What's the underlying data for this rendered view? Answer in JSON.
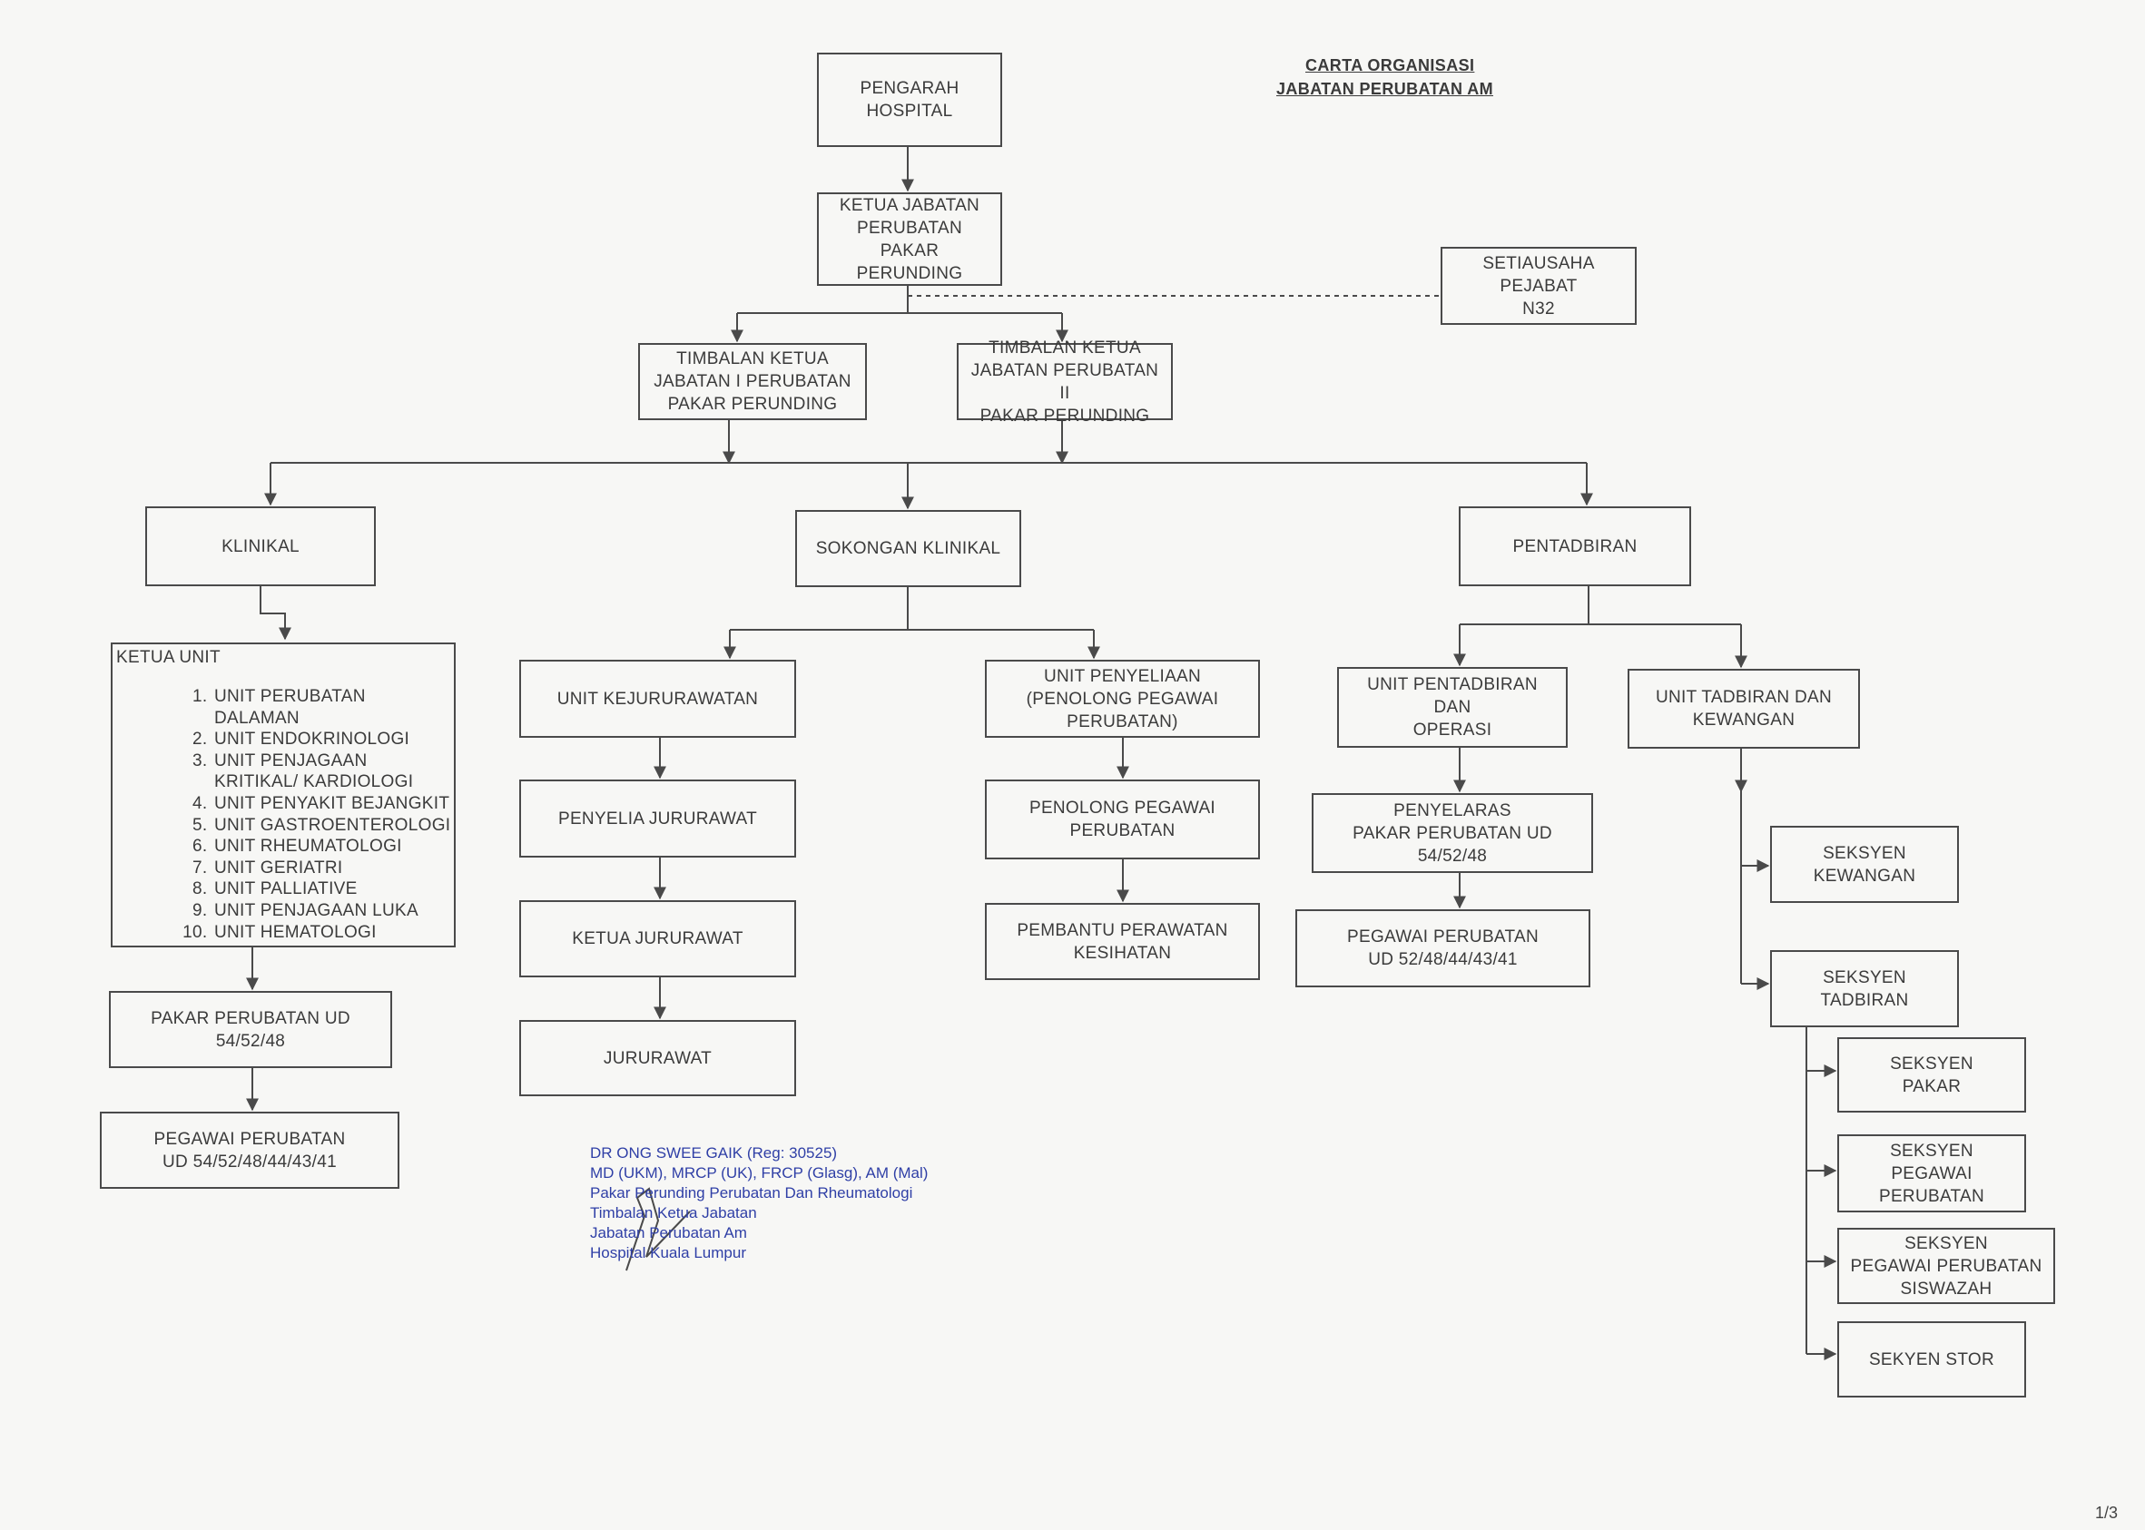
{
  "header": {
    "title_line1": "CARTA ORGANISASI",
    "title_line2": "JABATAN PERUBATAN AM"
  },
  "nodes": {
    "pengarah": [
      "PENGARAH",
      "HOSPITAL"
    ],
    "ketua_jabatan": [
      "KETUA JABATAN",
      "PERUBATAN",
      "PAKAR",
      "PERUNDING"
    ],
    "setiausaha": [
      "SETIAUSAHA",
      "PEJABAT",
      "N32"
    ],
    "timbalan_1": [
      "TIMBALAN KETUA",
      "JABATAN I PERUBATAN",
      "PAKAR PERUNDING"
    ],
    "timbalan_2": [
      "TIMBALAN KETUA",
      "JABATAN PERUBATAN II",
      "PAKAR PERUNDING"
    ],
    "klinikal": [
      "KLINIKAL"
    ],
    "sokongan": [
      "SOKONGAN KLINIKAL"
    ],
    "pentadbiran": [
      "PENTADBIRAN"
    ],
    "pakar_ud": [
      "PAKAR PERUBATAN UD",
      "54/52/48"
    ],
    "pegawai_ud_klinikal": [
      "PEGAWAI PERUBATAN",
      "UD 54/52/48/44/43/41"
    ],
    "unit_kejururawatan": [
      "UNIT KEJURURAWATAN"
    ],
    "penyelia_jururawat": [
      "PENYELIA JURURAWAT"
    ],
    "ketua_jururawat": [
      "KETUA JURURAWAT"
    ],
    "jururawat": [
      "JURURAWAT"
    ],
    "unit_penyeliaan": [
      "UNIT PENYELIAAN",
      "(PENOLONG PEGAWAI",
      "PERUBATAN)"
    ],
    "penolong_pegawai": [
      "PENOLONG PEGAWAI",
      "PERUBATAN"
    ],
    "pembantu_perawatan": [
      "PEMBANTU PERAWATAN",
      "KESIHATAN"
    ],
    "unit_pentadbiran_operasi": [
      "UNIT PENTADBIRAN",
      "DAN",
      "OPERASI"
    ],
    "penyelaras": [
      "PENYELARAS",
      "PAKAR PERUBATAN UD",
      "54/52/48"
    ],
    "pegawai_ud_pentadbiran": [
      "PEGAWAI PERUBATAN",
      "UD 52/48/44/43/41"
    ],
    "unit_tadbiran_kewangan": [
      "UNIT TADBIRAN DAN",
      "KEWANGAN"
    ],
    "seksyen_kewangan": [
      "SEKSYEN",
      "KEWANGAN"
    ],
    "seksyen_tadbiran": [
      "SEKSYEN",
      "TADBIRAN"
    ],
    "seksyen_pakar": [
      "SEKSYEN",
      "PAKAR"
    ],
    "seksyen_pegawai_perubatan": [
      "SEKSYEN",
      "PEGAWAI",
      "PERUBATAN"
    ],
    "seksyen_siswazah": [
      "SEKSYEN",
      "PEGAWAI PERUBATAN",
      "SISWAZAH"
    ],
    "sekyen_stor": [
      "SEKYEN STOR"
    ]
  },
  "ketua_unit": {
    "heading": "KETUA UNIT",
    "items": [
      "UNIT PERUBATAN DALAMAN",
      "UNIT ENDOKRINOLOGI",
      "UNIT PENJAGAAN KRITIKAL/ KARDIOLOGI",
      "UNIT PENYAKIT BEJANGKIT",
      "UNIT GASTROENTEROLOGI",
      "UNIT RHEUMATOLOGI",
      "UNIT GERIATRI",
      "UNIT PALLIATIVE",
      "UNIT PENJAGAAN LUKA",
      "UNIT HEMATOLOGI"
    ]
  },
  "signature_stamp": {
    "lines": [
      "DR ONG SWEE GAIK (Reg: 30525)",
      "MD (UKM), MRCP (UK), FRCP (Glasg), AM (Mal)",
      "Pakar Perunding Perubatan Dan Rheumatologi",
      "Timbalan Ketua Jabatan",
      "Jabatan Perubatan Am",
      "Hospital Kuala Lumpur"
    ],
    "ink_color": "#2f3fa6"
  },
  "page_number": "1/3"
}
